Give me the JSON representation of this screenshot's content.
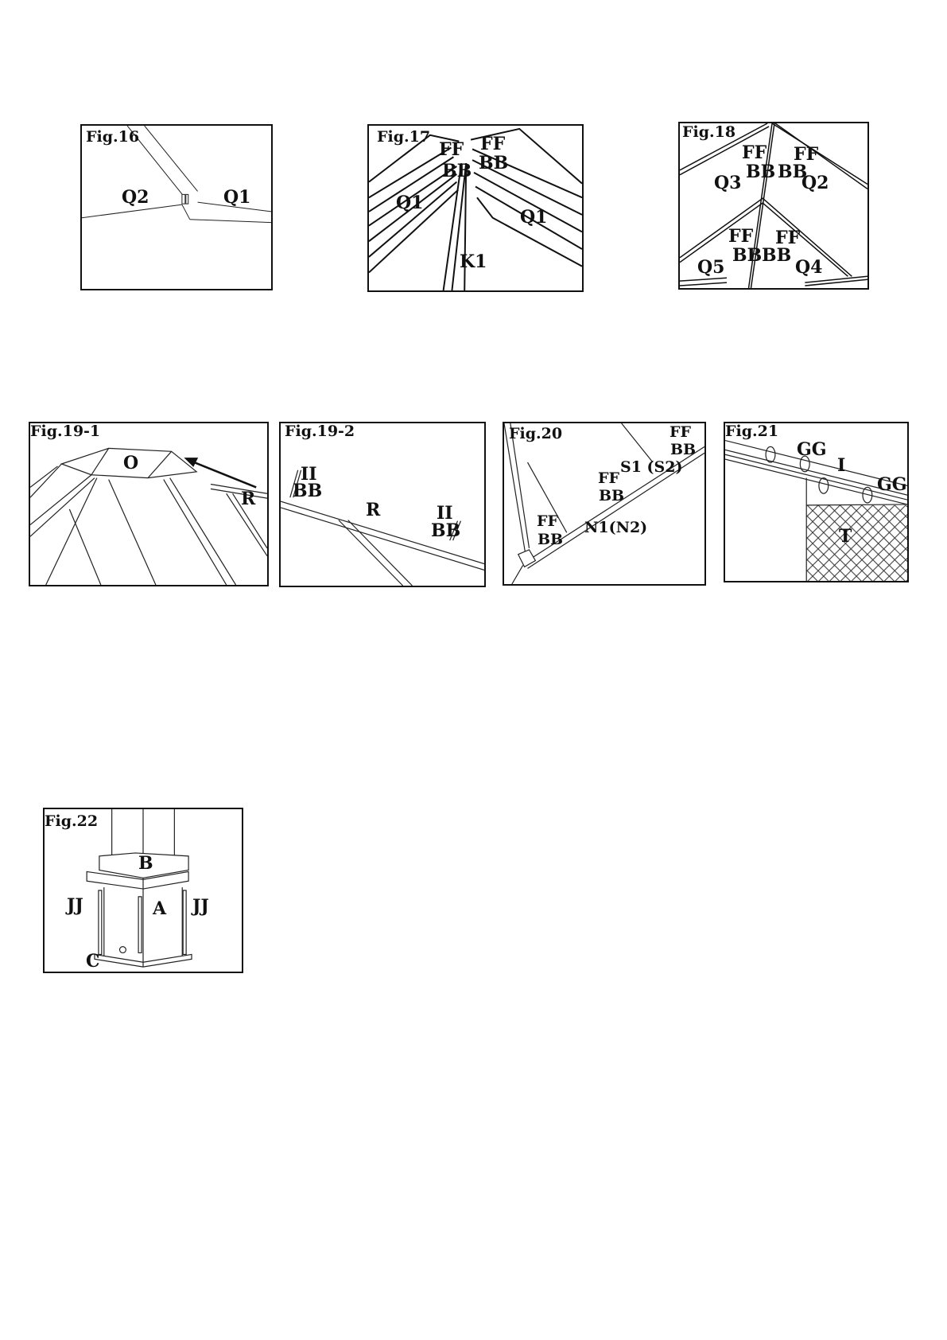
{
  "figures": {
    "f16": {
      "title": "Fig.16",
      "labels": {
        "q2": "Q2",
        "q1": "Q1"
      }
    },
    "f17": {
      "title": "Fig.17",
      "labels": {
        "ff1": "FF",
        "ff2": "FF",
        "bb1": "BB",
        "bb2": "BB",
        "q1a": "Q1",
        "q1b": "Q1",
        "k1": "K1"
      }
    },
    "f18": {
      "title": "Fig.18",
      "labels": {
        "ff1": "FF",
        "ff2": "FF",
        "bb1": "BB",
        "bb2": "BB",
        "q3": "Q3",
        "q2": "Q2",
        "ff3": "FF",
        "ff4": "FF",
        "bb3": "BB",
        "bb4": "BB",
        "q5": "Q5",
        "q4": "Q4"
      }
    },
    "f191": {
      "title": "Fig.19-1",
      "labels": {
        "o": "O",
        "r": "R"
      }
    },
    "f192": {
      "title": "Fig.19-2",
      "labels": {
        "ii1": "II",
        "bb1": "BB",
        "r": "R",
        "ii2": "II",
        "bb2": "BB"
      }
    },
    "f20": {
      "title": "Fig.20",
      "labels": {
        "ff1": "FF",
        "bb1": "BB",
        "s1": "S1 (S2)",
        "ff2": "FF",
        "bb2": "BB",
        "ff3": "FF",
        "bb3": "BB",
        "n1": "N1(N2)"
      }
    },
    "f21": {
      "title": "Fig.21",
      "labels": {
        "gg1": "GG",
        "i": "I",
        "gg2": "GG",
        "t": "T"
      }
    },
    "f22": {
      "title": "Fig.22",
      "labels": {
        "b": "B",
        "jj1": "JJ",
        "a": "A",
        "jj2": "JJ",
        "c": "C"
      }
    }
  }
}
